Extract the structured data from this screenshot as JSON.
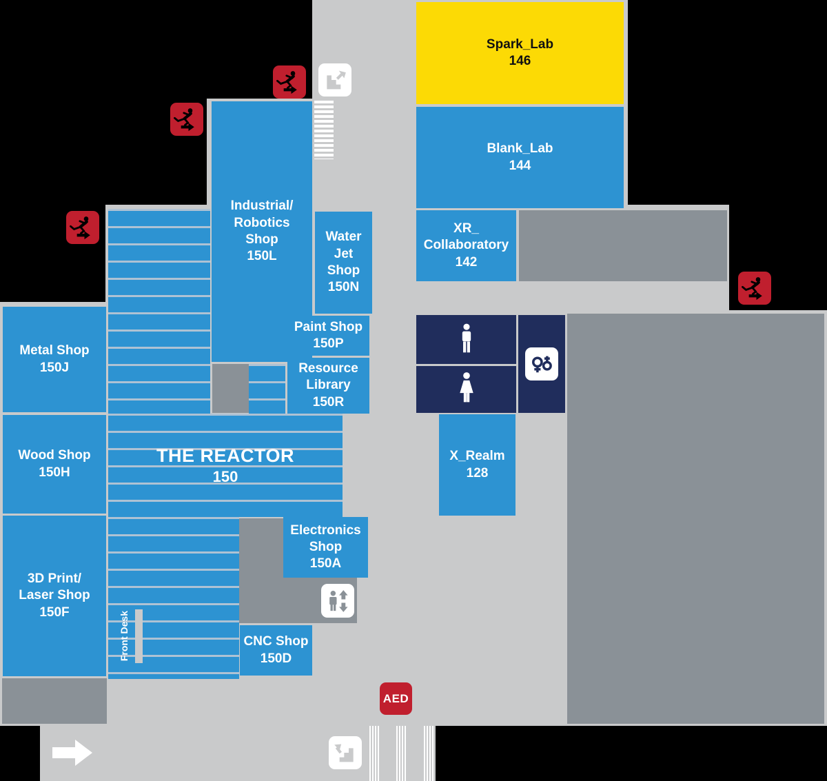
{
  "colors": {
    "blue": "#2d93d2",
    "yellow": "#fcda05",
    "navy": "#202d5c",
    "red": "#c01f2e",
    "floor": "#c9cacb",
    "block": "#8a9197",
    "stripe": "#aec2d4"
  },
  "rooms": {
    "spark_lab": {
      "name": "Spark_Lab",
      "number": "146"
    },
    "blank_lab": {
      "name": "Blank_Lab",
      "number": "144"
    },
    "xr_collaboratory": {
      "name": "XR_\nCollaboratory",
      "number": "142"
    },
    "reactor": {
      "name": "THE REACTOR",
      "number": "150"
    },
    "metal_shop": {
      "name": "Metal Shop",
      "number": "150J"
    },
    "wood_shop": {
      "name": "Wood Shop",
      "number": "150H"
    },
    "print_laser_shop": {
      "name": "3D Print/\nLaser Shop",
      "number": "150F"
    },
    "industrial_robotics_shop": {
      "name": "Industrial/\nRobotics\nShop",
      "number": "150L"
    },
    "water_jet_shop": {
      "name": "Water\nJet\nShop",
      "number": "150N"
    },
    "paint_shop": {
      "name": "Paint Shop",
      "number": "150P"
    },
    "resource_library": {
      "name": "Resource\nLibrary",
      "number": "150R"
    },
    "electronics_shop": {
      "name": "Electronics\nShop",
      "number": "150A"
    },
    "cnc_shop": {
      "name": "CNC Shop",
      "number": "150D"
    },
    "x_realm": {
      "name": "X_Realm",
      "number": "128"
    }
  },
  "labels": {
    "aed": "AED",
    "front_desk": "Front Desk"
  }
}
